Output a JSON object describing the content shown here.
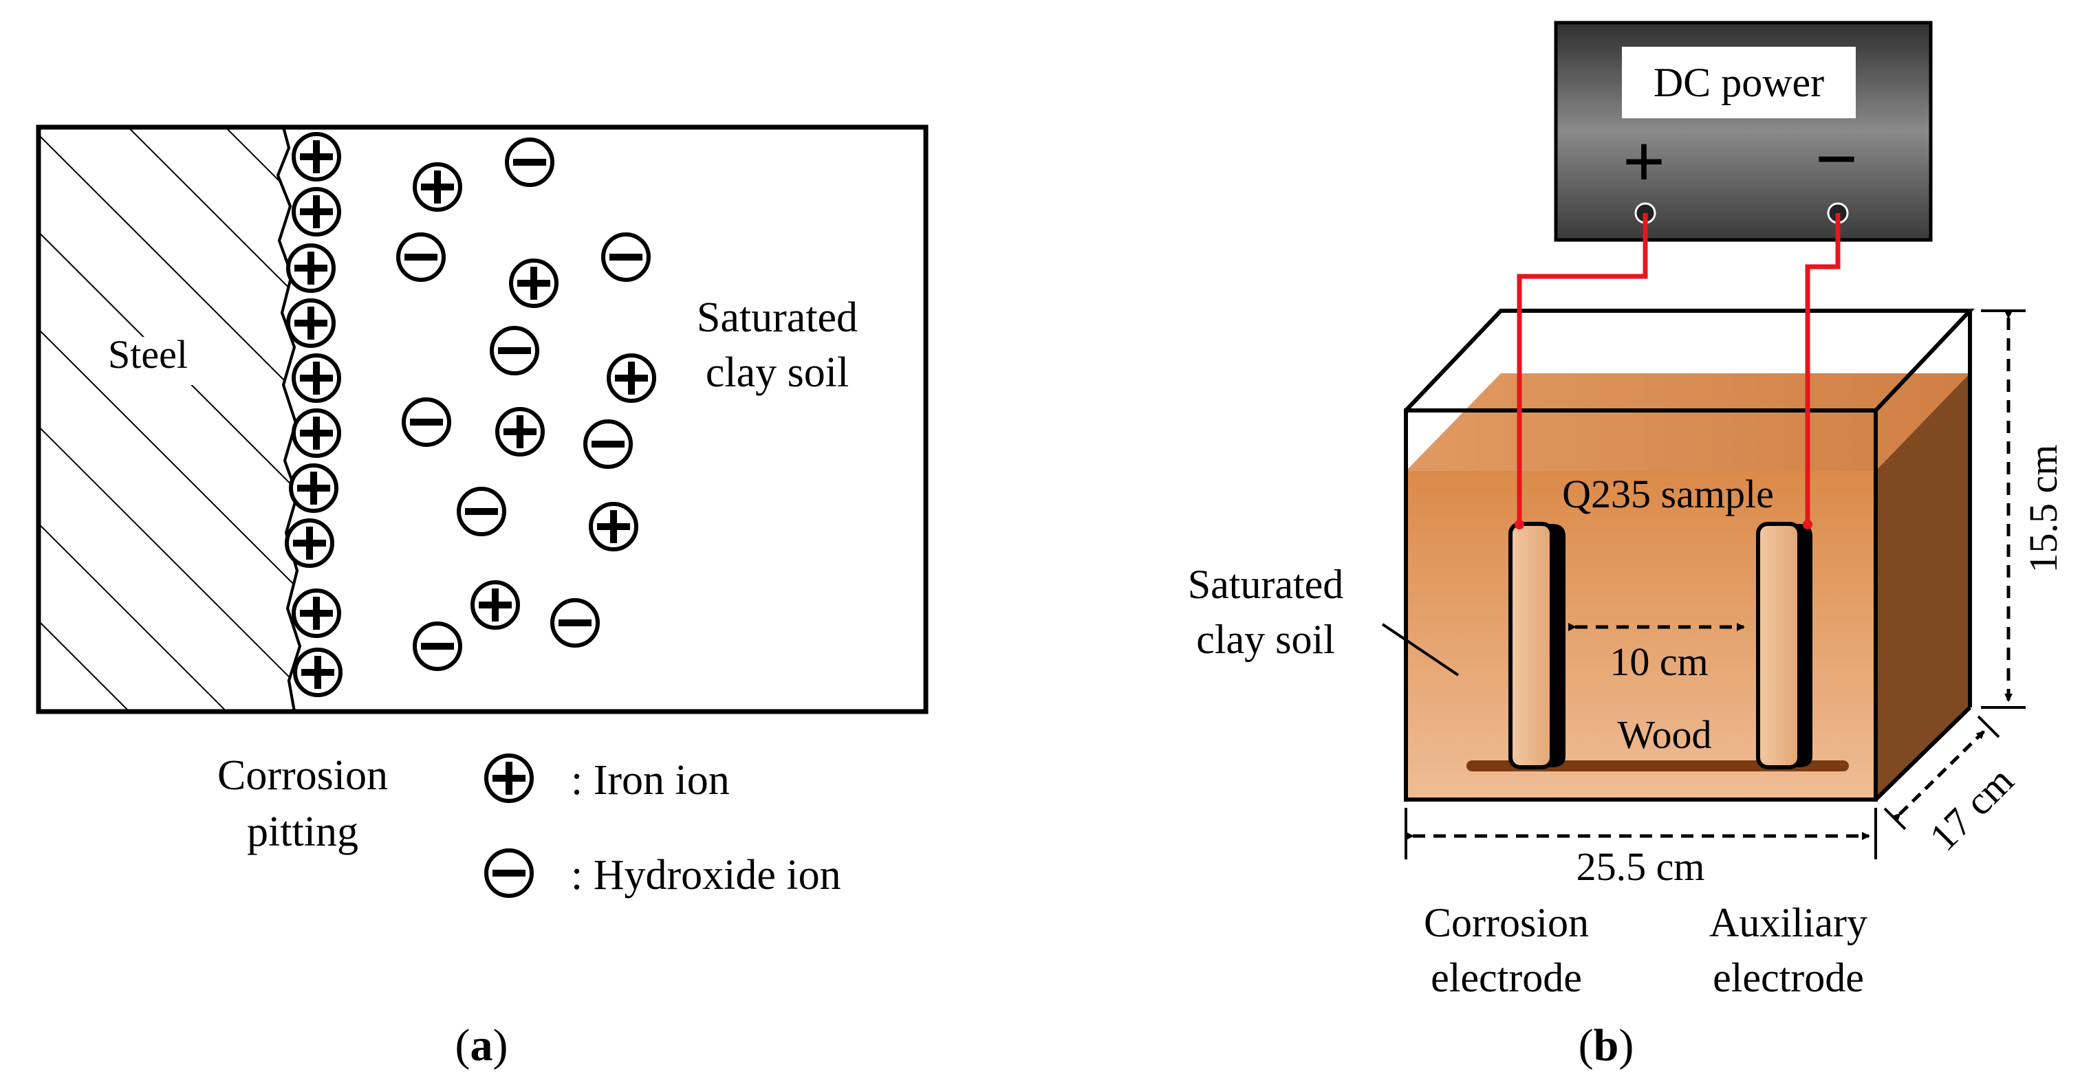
{
  "panel_a": {
    "caption": "a",
    "steel_label": "Steel",
    "soil_label_line1": "Saturated",
    "soil_label_line2": "clay soil",
    "pitting_label_line1": "Corrosion",
    "pitting_label_line2": "pitting",
    "legend_iron": ": Iron ion",
    "legend_hydroxide": ": Hydroxide ion"
  },
  "panel_b": {
    "caption": "b",
    "dc_label": "DC power",
    "plus_sign": "+",
    "minus_sign": "−",
    "sample_label": "Q235 sample",
    "soil_label_line1": "Saturated",
    "soil_label_line2": "clay soil",
    "gap_label": "10 cm",
    "wood_label": "Wood",
    "width_label": "25.5 cm",
    "height_label": "15.5 cm",
    "depth_label": "17 cm",
    "corrosion_electrode_line1": "Corrosion",
    "corrosion_electrode_line2": "electrode",
    "auxiliary_electrode_line1": "Auxiliary",
    "auxiliary_electrode_line2": "electrode"
  },
  "colors": {
    "wire": "#e8161c",
    "soil_front_top": "#db8a49",
    "soil_front_bottom": "#edb98f",
    "soil_top": "#d68a50",
    "soil_side": "#7f4a21",
    "wood": "#7a3b12",
    "dc_box_dark": "#3b3b3b",
    "dc_box_light": "#8c8c8c"
  }
}
